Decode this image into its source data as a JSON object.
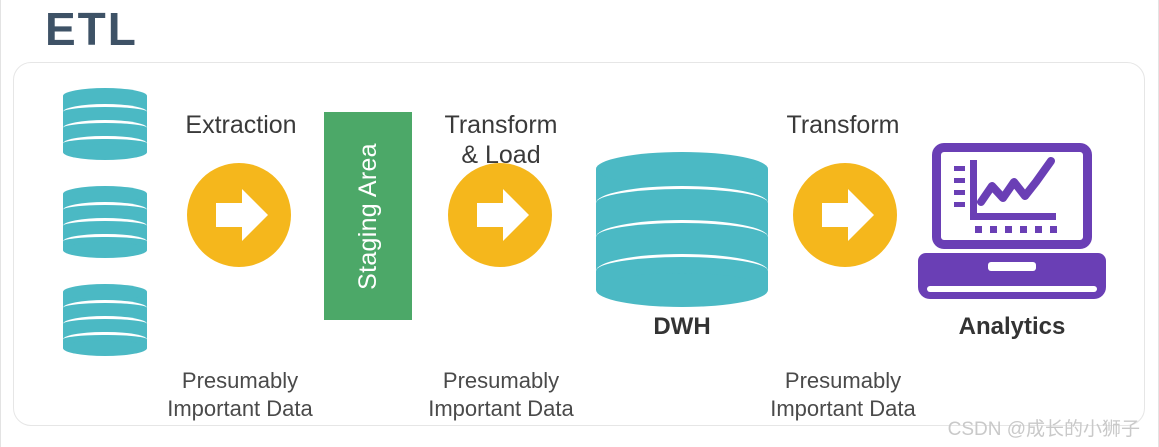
{
  "diagram": {
    "title": "ETL",
    "watermark": "CSDN @成长的小狮子",
    "colors": {
      "title": "#3e5266",
      "database_teal": "#4bb9c4",
      "arrow_amber": "#f5b71c",
      "staging_green": "#4ca868",
      "analytics_purple": "#6a3fb5",
      "card_border": "#e6e6e6",
      "background": "#ffffff",
      "watermark": "#c9c9c9"
    },
    "sources": {
      "name": "source-databases",
      "count": 3,
      "discs_per_db": 3
    },
    "steps": [
      {
        "label": "Extraction",
        "caption": "Presumably\nImportant Data"
      },
      {
        "label": "Transform\n& Load",
        "caption": "Presumably\nImportant Data"
      },
      {
        "label": "Transform",
        "caption": "Presumably\nImportant Data"
      }
    ],
    "staging": {
      "label": "Staging Area",
      "orientation": "vertical-bottom-to-top"
    },
    "warehouse": {
      "label": "DWH",
      "discs": 3
    },
    "analytics": {
      "label": "Analytics",
      "device": "laptop",
      "screen_content": "line-chart"
    }
  }
}
